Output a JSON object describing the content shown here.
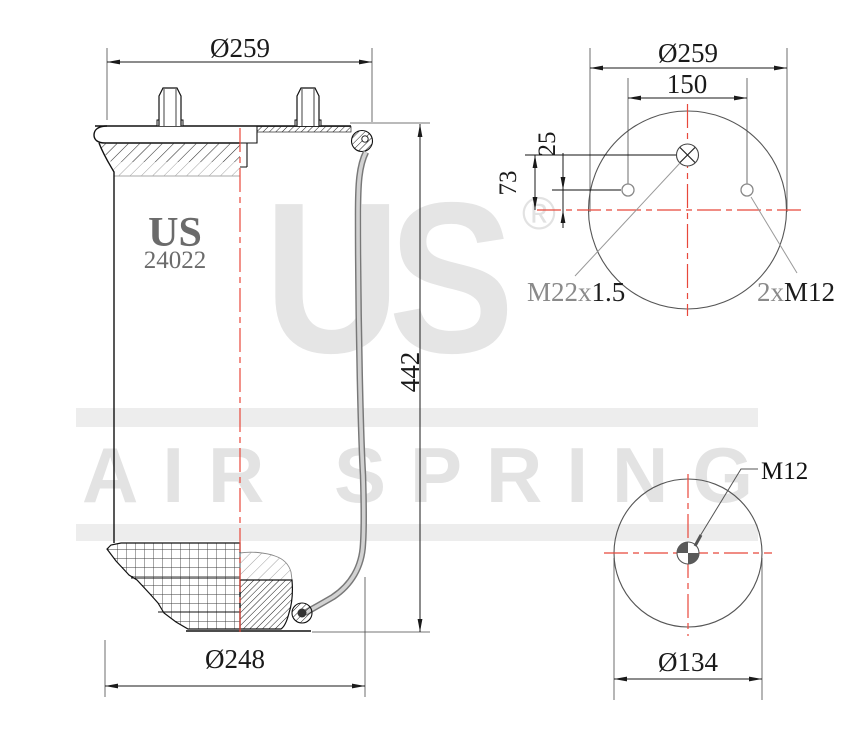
{
  "watermark": {
    "logo": "US",
    "registered": "®",
    "banner": "AIR SPRING"
  },
  "part_label": {
    "brand": "US",
    "number": "24022"
  },
  "side_view": {
    "top_diameter": "Ø259",
    "height": "442",
    "bottom_diameter": "Ø248"
  },
  "top_view": {
    "outer_diameter": "Ø259",
    "bolt_spacing": "150",
    "bolt_offset": "25",
    "fitting_offset": "73",
    "fitting_thread_prefix": "M22x",
    "fitting_thread_suffix": "1.5",
    "stud_count_prefix": "2x",
    "stud_thread": "M12"
  },
  "bottom_view": {
    "diameter": "Ø134",
    "stud_thread": "M12"
  },
  "colors": {
    "line": "#1a1a1a",
    "secondary_gray": "#8a8a8a",
    "centerline_red": "#e8483b",
    "watermark_gray": "#e5e5e5",
    "band_gray": "#ededed",
    "part_label_gray": "#6b6b6b"
  }
}
